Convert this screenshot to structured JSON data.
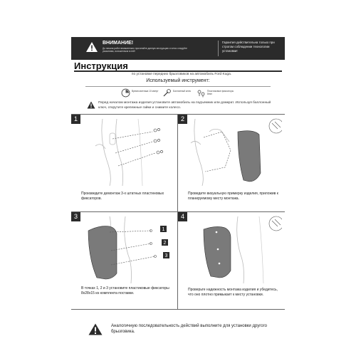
{
  "header": {
    "warning_title": "ВНИМАНИЕ!",
    "warning_text": "До начала работ внимательно прочитайте данную инструкцию и четко следуйте указаниям, изложенным в ней!",
    "guarantee": "Гарантия действительна только при строгом соблюдении технологии установки!"
  },
  "title": "Инструкция",
  "subtitle": "по установке передних брызговиков на автомобиль Ford Kuga.",
  "tools": {
    "heading": "Используемый инструмент:",
    "items": [
      {
        "label": "Время монтажа 10 минут",
        "icon": "clock-icon"
      },
      {
        "label": "Баллонный ключ",
        "icon": "wrench-icon"
      },
      {
        "label": "Пластиковые фиксаторы 8mm",
        "icon": "clips-icon"
      }
    ]
  },
  "note": "Перед началом монтажа изделия установите автомобиль на подъемник или домкрат. Используя баллонный ключ, открутите крепежные гайки и снимите колесо.",
  "steps": [
    {
      "num": "1",
      "caption": "Произведите демонтаж 3-х штатных пластиновых фиксаторов."
    },
    {
      "num": "2",
      "caption": "Проведите визуальную примерку изделия, приложив к планируемому месту монтажа."
    },
    {
      "num": "3",
      "caption": "В точках 1, 2 и 3 установите пластиковые фиксаторы 8x28x15 из комплекта поставки.",
      "markers": [
        "1",
        "2",
        "3"
      ]
    },
    {
      "num": "4",
      "caption": "Проверьте надежность монтажа изделия и убедитесь, что оно плотно примыкает к месту установки."
    }
  ],
  "footer": "Аналогичную последовательность действий выполните для установки другого брызговика.",
  "colors": {
    "dark": "#2b2b2b",
    "flap": "#7a7a7a"
  }
}
